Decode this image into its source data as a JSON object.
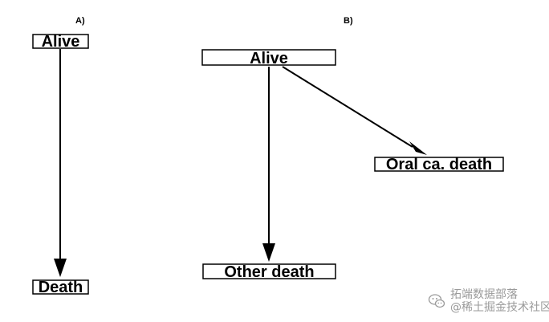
{
  "panels": {
    "a": {
      "label": "A)",
      "nodes": {
        "alive": "Alive",
        "death": "Death"
      }
    },
    "b": {
      "label": "B)",
      "nodes": {
        "alive": "Alive",
        "oral_ca_death": "Oral ca. death",
        "other_death": "Other death"
      }
    }
  },
  "watermark": {
    "line1": "拓端数据部落",
    "line2": "@稀土掘金技术社区",
    "icon": "wechat-icon"
  },
  "colors": {
    "stroke": "#000000",
    "background": "#ffffff",
    "watermark": "#9a9a9a"
  }
}
